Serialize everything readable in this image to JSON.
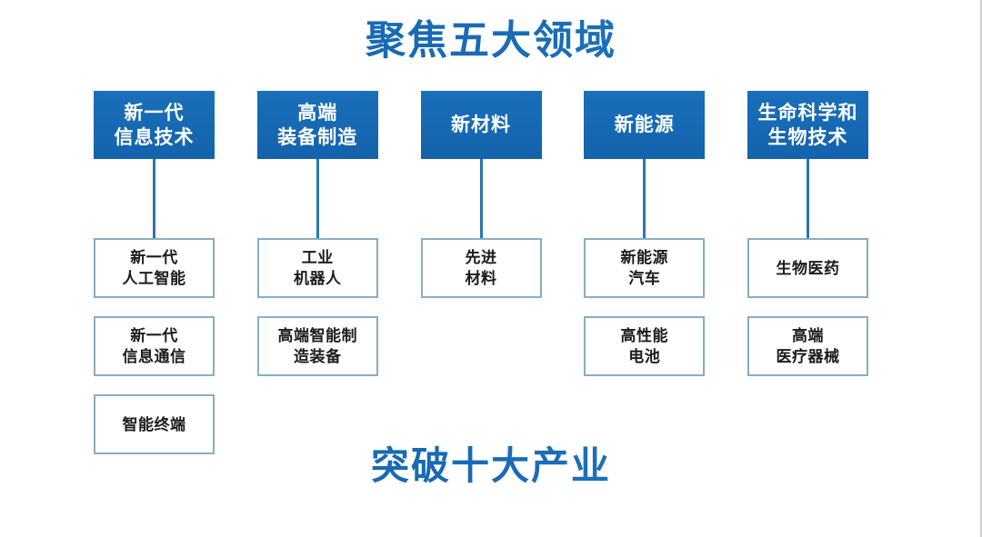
{
  "headings": {
    "top_title": "聚焦五大领域",
    "bottom_title": "突破十大产业"
  },
  "colors": {
    "header_blue": "#1668b4",
    "title_blue": "#1d6fc0",
    "child_border": "#85aec4",
    "connector": "#2a76ad",
    "background": "#ffffff",
    "right_edge_border": "#d2d2d4"
  },
  "columns": [
    {
      "category": "新一代\n信息技术",
      "children": [
        {
          "label": "新一代\n人工智能"
        },
        {
          "label": "新一代\n信息通信"
        },
        {
          "label": "智能终端"
        }
      ]
    },
    {
      "category": "高端\n装备制造",
      "children": [
        {
          "label": "工业\n机器人"
        },
        {
          "label": "高端智能制\n造装备"
        }
      ]
    },
    {
      "category": "新材料",
      "children": [
        {
          "label": "先进\n材料"
        }
      ]
    },
    {
      "category": "新能源",
      "children": [
        {
          "label": "新能源\n汽车"
        },
        {
          "label": "高性能\n电池"
        }
      ]
    },
    {
      "category": "生命科学和\n生物技术",
      "children": [
        {
          "label": "生物医药"
        },
        {
          "label": "高端\n医疗器械"
        }
      ]
    }
  ]
}
